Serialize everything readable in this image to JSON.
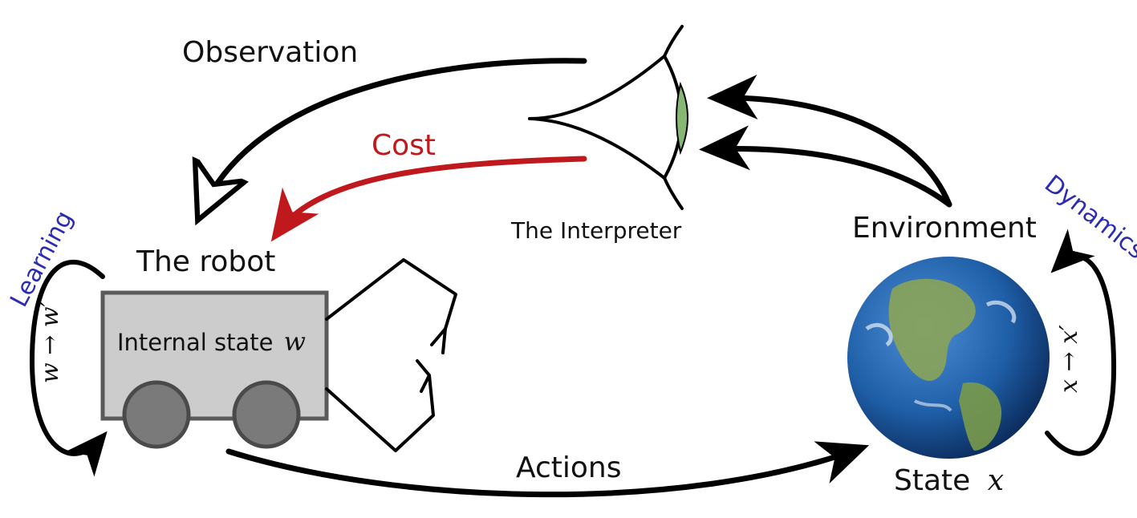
{
  "labels": {
    "observation": "Observation",
    "cost": "Cost",
    "interpreter": "The Interpreter",
    "environment": "Environment",
    "dynamics": "Dynamics",
    "learning": "Learning",
    "robot": "The robot",
    "internal_state": "Internal state",
    "internal_state_var": "w",
    "learning_update": "w → w′",
    "dynamics_update": "x → x′",
    "actions": "Actions",
    "state": "State",
    "state_var": "x"
  },
  "colors": {
    "arrow": "#000000",
    "cost": "#c0191d",
    "accent_blue": "#2b2bb3",
    "robot_body": "#cccccc",
    "robot_border": "#5a5a5a",
    "wheel": "#7a7a7a",
    "lens": "#86b873",
    "ocean": "#1f5fa8",
    "land": "#7a9a4a"
  },
  "icons": {
    "eye": "eye-icon",
    "robot": "robot-icon",
    "earth": "earth-icon"
  }
}
